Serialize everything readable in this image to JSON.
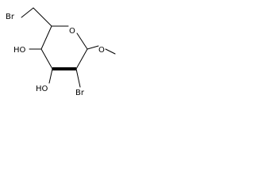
{
  "diagram_type": "chemical-structure",
  "atoms": {
    "br_top": "Br",
    "ring_oxygen": "O",
    "ho_left": "HO",
    "ho_bottom": "HO",
    "br_bottom": "Br"
  }
}
